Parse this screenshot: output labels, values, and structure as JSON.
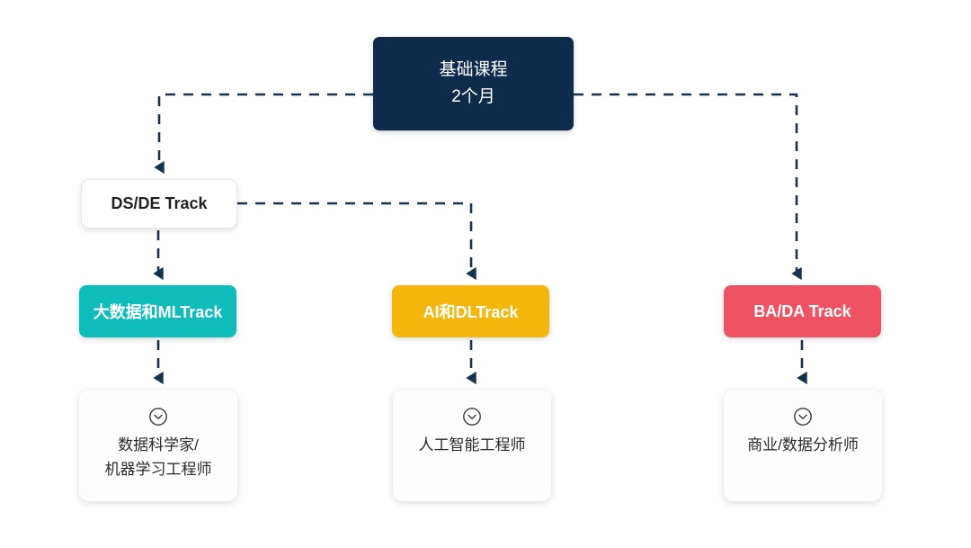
{
  "diagram": {
    "title_node": {
      "name": "foundation-course",
      "lines": [
        "基础课程",
        "2个月"
      ],
      "line1": "基础课程",
      "line2": "2个月",
      "color": "#0f2b4c",
      "text_color": "#ffffff"
    },
    "tracks": [
      {
        "id": "ds-de",
        "label": "DS/DE Track",
        "color": "#ffffff",
        "text_color": "#222222"
      },
      {
        "id": "big-data-ml",
        "label": "大数据和MLTrack",
        "color": "#0fbcbc",
        "text_color": "#ffffff"
      },
      {
        "id": "ai-dl",
        "label": "AI和DLTrack",
        "color": "#f5b70d",
        "text_color": "#ffffff"
      },
      {
        "id": "ba-da",
        "label": "BA/DA Track",
        "color": "#ef5263",
        "text_color": "#ffffff"
      }
    ],
    "outcomes": [
      {
        "id": "data-scientist",
        "icon": "chevron-down-circle-icon",
        "lines": [
          "数据科学家/",
          "机器学习工程师"
        ],
        "line1": "数据科学家/",
        "line2": "机器学习工程师"
      },
      {
        "id": "ai-engineer",
        "icon": "chevron-down-circle-icon",
        "lines": [
          "人工智能工程师"
        ],
        "line1": "人工智能工程师",
        "line2": ""
      },
      {
        "id": "business-data-analyst",
        "icon": "chevron-down-circle-icon",
        "lines": [
          "商业/数据分析师"
        ],
        "line1": "商业/数据分析师",
        "line2": ""
      }
    ],
    "connector_color": "#16324f",
    "connector_style": "dashed",
    "edges": [
      {
        "from": "foundation-course",
        "to": "ds-de"
      },
      {
        "from": "foundation-course",
        "to": "ba-da"
      },
      {
        "from": "ds-de",
        "to": "big-data-ml"
      },
      {
        "from": "ds-de",
        "to": "ai-dl"
      },
      {
        "from": "big-data-ml",
        "to": "data-scientist"
      },
      {
        "from": "ai-dl",
        "to": "ai-engineer"
      },
      {
        "from": "ba-da",
        "to": "business-data-analyst"
      }
    ]
  }
}
